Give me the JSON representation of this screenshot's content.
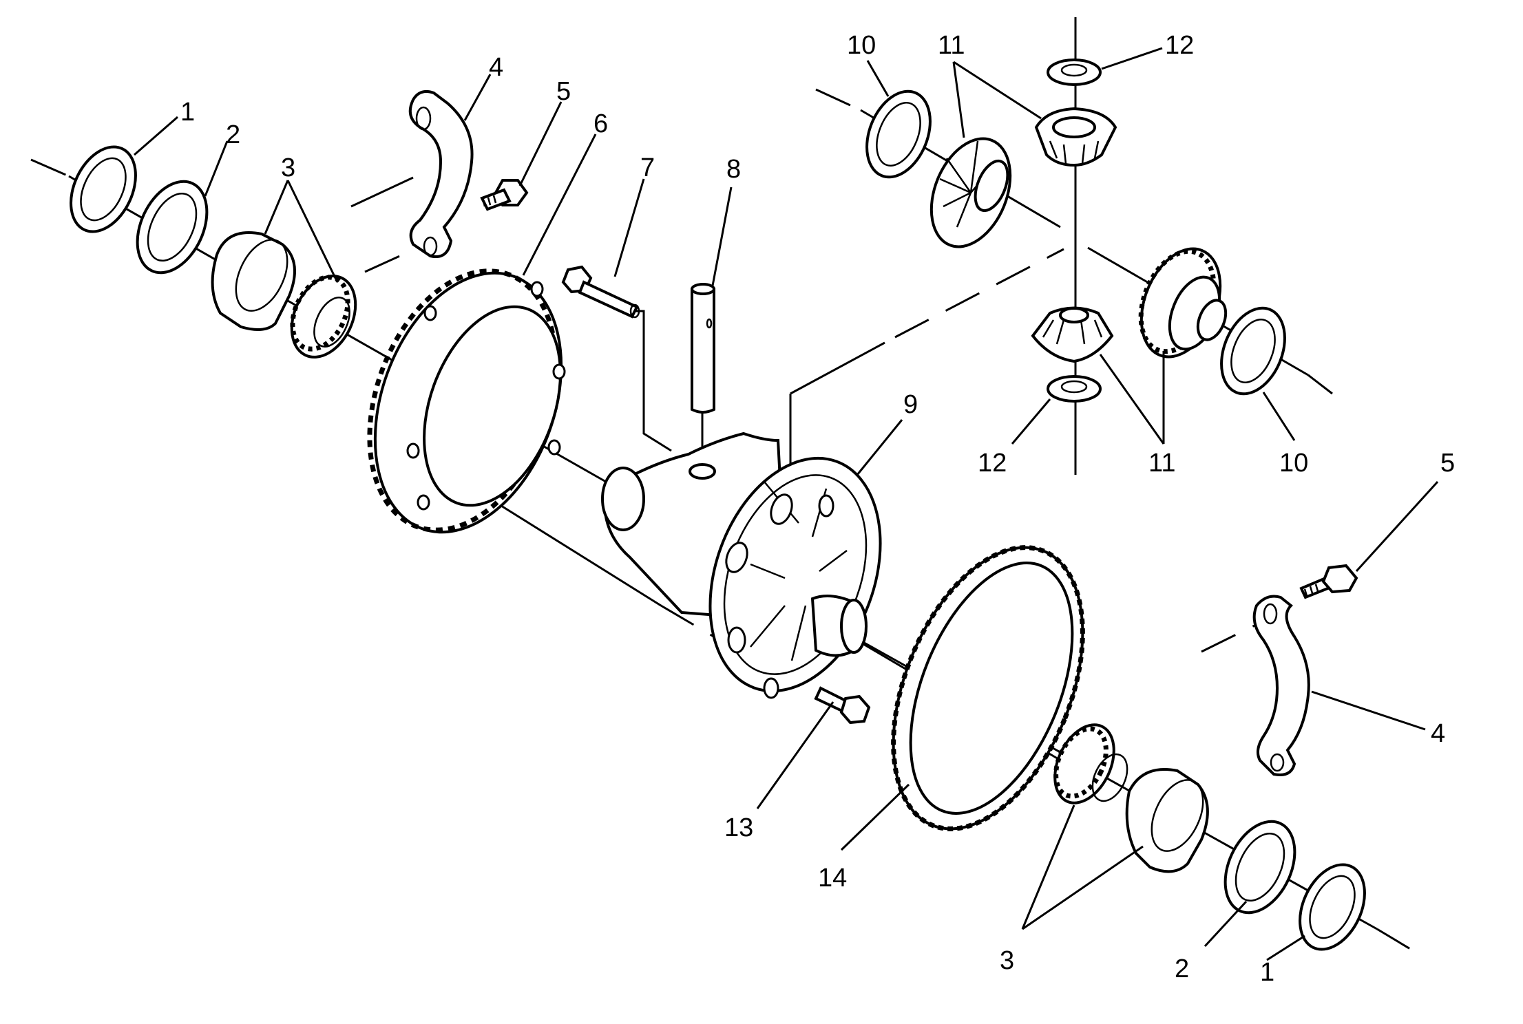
{
  "diagram": {
    "callouts": [
      {
        "id": "c1a",
        "text": "1"
      },
      {
        "id": "c2a",
        "text": "2"
      },
      {
        "id": "c3a",
        "text": "3"
      },
      {
        "id": "c4a",
        "text": "4"
      },
      {
        "id": "c5a",
        "text": "5"
      },
      {
        "id": "c6",
        "text": "6"
      },
      {
        "id": "c7",
        "text": "7"
      },
      {
        "id": "c8",
        "text": "8"
      },
      {
        "id": "c9",
        "text": "9"
      },
      {
        "id": "c10a",
        "text": "10"
      },
      {
        "id": "c11a",
        "text": "11"
      },
      {
        "id": "c12a",
        "text": "12"
      },
      {
        "id": "c12b",
        "text": "12"
      },
      {
        "id": "c11b",
        "text": "11"
      },
      {
        "id": "c10b",
        "text": "10"
      },
      {
        "id": "c5b",
        "text": "5"
      },
      {
        "id": "c4b",
        "text": "4"
      },
      {
        "id": "c13",
        "text": "13"
      },
      {
        "id": "c14",
        "text": "14"
      },
      {
        "id": "c3b",
        "text": "3"
      },
      {
        "id": "c2b",
        "text": "2"
      },
      {
        "id": "c1b",
        "text": "1"
      }
    ]
  }
}
